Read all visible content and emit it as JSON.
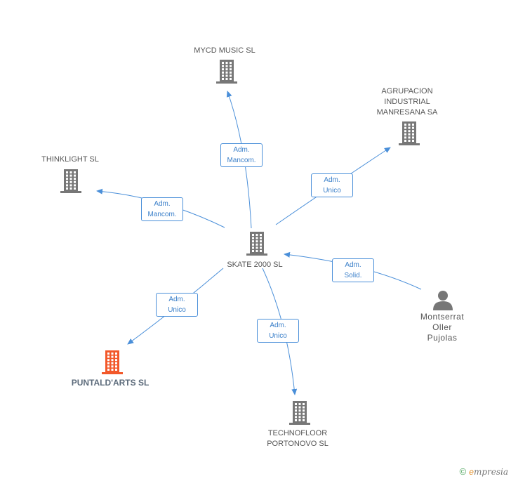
{
  "nodes": [
    {
      "id": "skate",
      "label": "SKATE 2000  SL",
      "type": "company"
    },
    {
      "id": "mycd",
      "label": "MYCD MUSIC SL",
      "type": "company"
    },
    {
      "id": "agrupacion",
      "label": "AGRUPACION\nINDUSTRIAL\nMANRESANA SA",
      "type": "company"
    },
    {
      "id": "thinklight",
      "label": "THINKLIGHT SL",
      "type": "company"
    },
    {
      "id": "puntald",
      "label": "PUNTALD'ARTS SL",
      "type": "company-highlight"
    },
    {
      "id": "technofloor",
      "label": "TECHNOFLOOR\nPORTONOVO SL",
      "type": "company"
    },
    {
      "id": "montserrat",
      "label": "Montserrat\nOller\nPujolas",
      "type": "person"
    }
  ],
  "edges": [
    {
      "from": "skate",
      "to": "mycd",
      "label": "Adm.\nMancom."
    },
    {
      "from": "skate",
      "to": "agrupacion",
      "label": "Adm.\nUnico"
    },
    {
      "from": "skate",
      "to": "thinklight",
      "label": "Adm.\nMancom."
    },
    {
      "from": "skate",
      "to": "puntald",
      "label": "Adm.\nUnico"
    },
    {
      "from": "skate",
      "to": "technofloor",
      "label": "Adm.\nUnico"
    },
    {
      "from": "montserrat",
      "to": "skate",
      "label": "Adm.\nSolid."
    }
  ],
  "colors": {
    "edge": "#4a8fd9",
    "company_icon": "#777777",
    "highlight_icon": "#f2582a",
    "person_icon": "#777777"
  },
  "footer": {
    "copyright": "©",
    "brand_initial": "e",
    "brand_rest": "mpresia"
  }
}
